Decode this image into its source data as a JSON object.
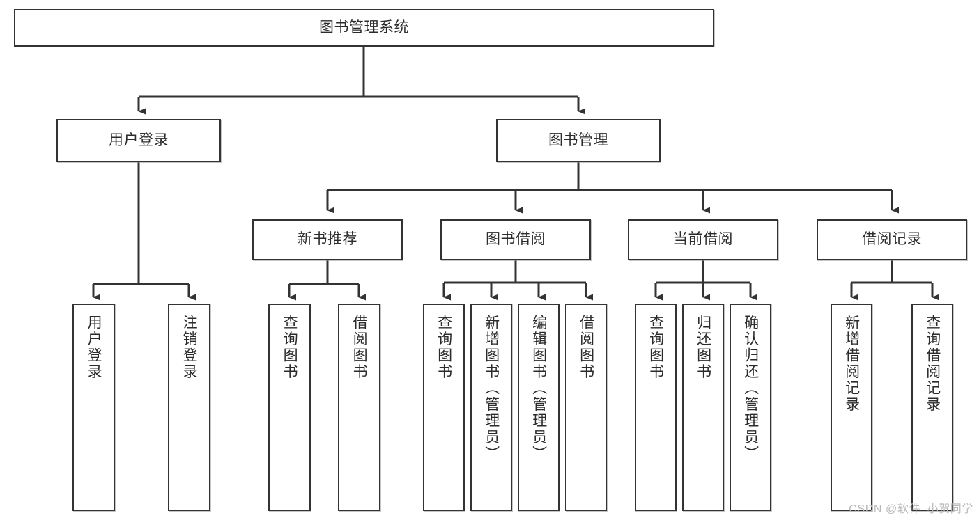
{
  "diagram": {
    "title": "图书管理系统",
    "type": "tree-hierarchy-chart",
    "watermark": "CSDN @软件_小贺同学",
    "colors": {
      "stroke": "#333333",
      "fill": "#ffffff",
      "text": "#2b2b2b",
      "watermark": "#b9b9b9"
    },
    "nodes": {
      "root": {
        "label": "图书管理系统"
      },
      "level2": [
        {
          "id": "user-login",
          "label": "用户登录"
        },
        {
          "id": "book-management",
          "label": "图书管理"
        }
      ],
      "level3": [
        {
          "id": "new-book-recommend",
          "label": "新书推荐"
        },
        {
          "id": "book-borrow",
          "label": "图书借阅"
        },
        {
          "id": "current-borrow",
          "label": "当前借阅"
        },
        {
          "id": "borrow-record",
          "label": "借阅记录"
        }
      ],
      "leaves": {
        "user-login": [
          {
            "id": "leaf-user-login",
            "label": "用户登录"
          },
          {
            "id": "leaf-user-logout",
            "label": "注销登录"
          }
        ],
        "new-book-recommend": [
          {
            "id": "leaf-query-book-1",
            "label": "查询图书"
          },
          {
            "id": "leaf-borrow-book-1",
            "label": "借阅图书"
          }
        ],
        "book-borrow": [
          {
            "id": "leaf-query-book-2",
            "label": "查询图书"
          },
          {
            "id": "leaf-add-book",
            "label": "新增图书（管理员）"
          },
          {
            "id": "leaf-edit-book",
            "label": "编辑图书（管理员）"
          },
          {
            "id": "leaf-borrow-book-2",
            "label": "借阅图书"
          }
        ],
        "current-borrow": [
          {
            "id": "leaf-query-book-3",
            "label": "查询图书"
          },
          {
            "id": "leaf-return-book",
            "label": "归还图书"
          },
          {
            "id": "leaf-confirm-return",
            "label": "确认归还（管理员）"
          }
        ],
        "borrow-record": [
          {
            "id": "leaf-add-record",
            "label": "新增借阅记录"
          },
          {
            "id": "leaf-query-record",
            "label": "查询借阅记录"
          }
        ]
      }
    }
  }
}
